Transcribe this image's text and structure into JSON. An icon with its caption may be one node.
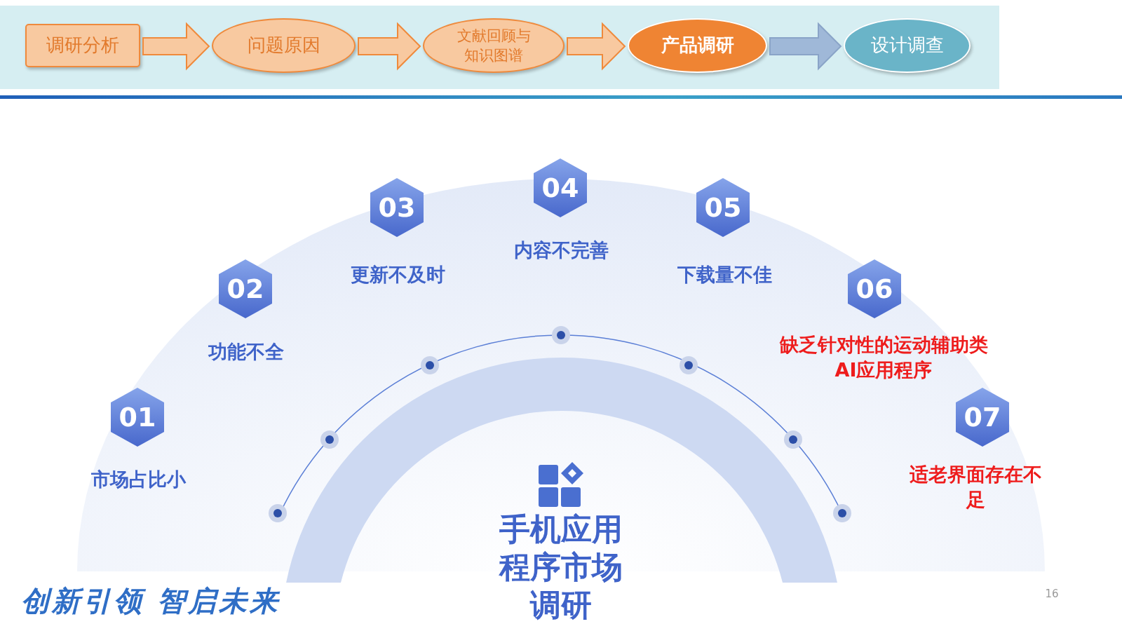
{
  "diagram": {
    "nodes": [
      {
        "text": [
          "调研分析"
        ]
      },
      {
        "text": [
          "问题原因"
        ]
      },
      {
        "text": [
          "文献回顾与知识图谱"
        ]
      },
      {
        "text": [
          "产品调研"
        ]
      },
      {
        "text": [
          "设计调查"
        ]
      },
      {
        "text": [
          "01"
        ],
        "beside": [
          "市场占比小"
        ]
      },
      {
        "text": [
          "02"
        ],
        "beside": [
          "功能不全"
        ]
      },
      {
        "text": [
          "03"
        ],
        "beside": [
          "更新不及时"
        ]
      },
      {
        "text": [
          "04"
        ],
        "beside": [
          "内容不完善"
        ]
      },
      {
        "text": [
          "05"
        ],
        "beside": [
          "下载量不佳"
        ]
      },
      {
        "text": [
          "06"
        ],
        "beside": [
          "缺乏针对性的运动辅助类AI应用程序"
        ]
      },
      {
        "text": [
          "07"
        ],
        "beside": [
          "适老界面存在不足"
        ]
      }
    ],
    "edges": [
      {
        "from": 0,
        "to": 1,
        "arrow": "to"
      },
      {
        "from": 1,
        "to": 2,
        "arrow": "to"
      },
      {
        "from": 2,
        "to": 3,
        "arrow": "to"
      },
      {
        "from": 3,
        "to": 4,
        "arrow": "to",
        "color": "#9fb8d8"
      }
    ],
    "labels": [
      "手机应用程序市场调研",
      "创新引领 智启未来",
      "16"
    ]
  }
}
